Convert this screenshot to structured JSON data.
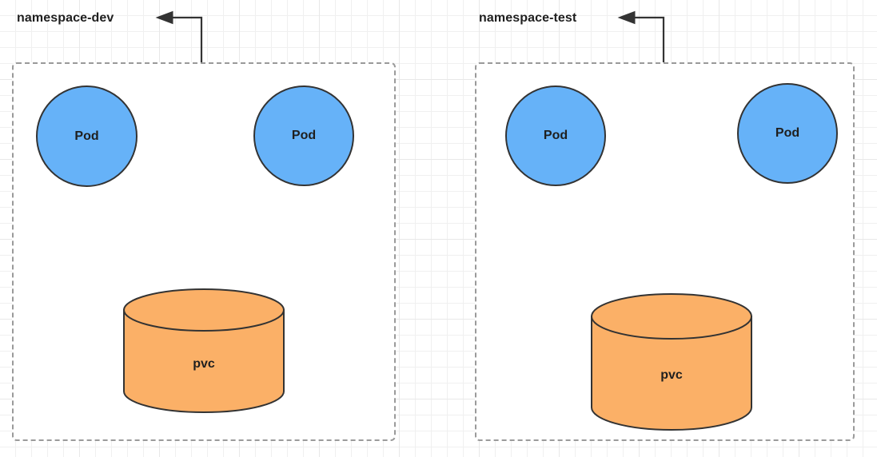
{
  "diagram": {
    "title": "Kubernetes namespaces with pods and pvc",
    "background": {
      "grid_minor_color": "#f0f0f0",
      "grid_major_color": "#e8e8e8",
      "canvas_color": "#ffffff"
    },
    "colors": {
      "pod_fill": "#66b2f8",
      "pod_stroke": "#333333",
      "pvc_fill": "#fbb067",
      "pvc_stroke": "#333333",
      "container_stroke": "#9a9a9a",
      "text": "#1f1f1f",
      "arrow": "#333333"
    },
    "namespaces": [
      {
        "id": "dev",
        "label": "namespace-dev",
        "pods": [
          {
            "label": "Pod"
          },
          {
            "label": "Pod"
          }
        ],
        "storage": {
          "label": "pvc"
        }
      },
      {
        "id": "test",
        "label": "namespace-test",
        "pods": [
          {
            "label": "Pod"
          },
          {
            "label": "Pod"
          }
        ],
        "storage": {
          "label": "pvc"
        }
      }
    ],
    "connectors": [
      {
        "name": "arrow-to-namespace-dev-label",
        "from": "namespace-dev-box",
        "to": "namespace-dev-label"
      },
      {
        "name": "arrow-to-namespace-test-label",
        "from": "namespace-test-box",
        "to": "namespace-test-label"
      }
    ]
  }
}
